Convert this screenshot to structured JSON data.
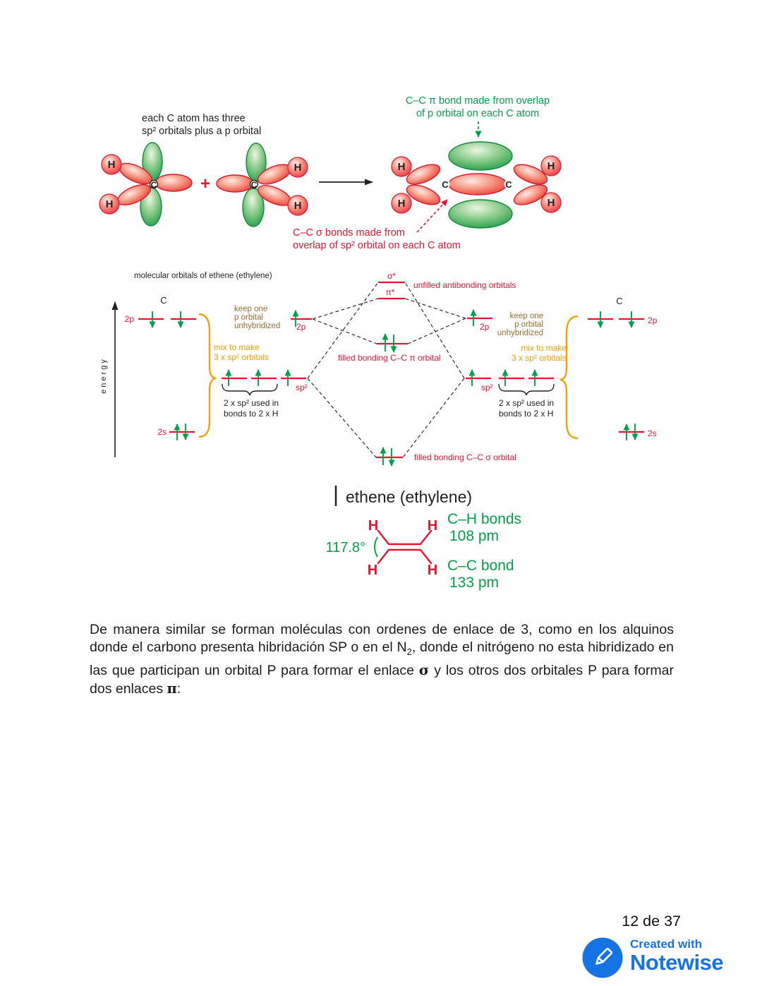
{
  "colors": {
    "red": "#e8132f",
    "green": "#00a04a",
    "dark_green": "#1a9a47",
    "orange": "#f59b00",
    "brown": "#9c6b2f",
    "blue": "#1673e6",
    "black": "#231f20"
  },
  "atoms": {
    "h": "H",
    "c": "C",
    "plus": "+"
  },
  "top": {
    "caption1": "each C atom has three",
    "caption2": "sp² orbitals plus a p orbital",
    "pi1": "C–C π bond made from overlap",
    "pi2": "of p orbital on each C atom",
    "sigma1": "C–C σ bonds made from",
    "sigma2": "overlap of sp² orbital on each C atom"
  },
  "mo": {
    "title": "molecular orbitals of ethene (ethylene)",
    "energy": "energy",
    "c": "C",
    "p2": "2p",
    "s2": "2s",
    "sp2": "sp²",
    "sigma_star": "σ*",
    "pi_star": "π*",
    "unfilled": "unfilled antibonding orbitals",
    "pi_bond": "filled bonding C–C π orbital",
    "sigma_bond": "filled bonding C–C σ orbital",
    "keep1": "keep one",
    "keep2": "p orbital",
    "keep3": "unhybridized",
    "mix1": "mix to make",
    "mix2": "3 x sp² orbitals",
    "used1": "2 x sp² used in",
    "used2": "bonds to 2 x H"
  },
  "ethene": {
    "title": "ethene (ethylene)",
    "angle": "117.8°",
    "ch1": "C–H bonds",
    "ch2": "108 pm",
    "cc1": "C–C bond",
    "cc2": "133 pm"
  },
  "paragraph": {
    "seg1": "De manera similar se forman moléculas con ordenes de enlace de 3, como en los alquinos donde el carbono presenta hibridación SP o en el N",
    "sub": "2",
    "seg2": ", donde el nitrógeno no esta hibridizado en las que participan un orbital P para formar el enlace ",
    "sigma": "σ",
    "seg3": " y los otros dos orbitales P para formar dos enlaces ",
    "pi": "π",
    "seg4": ":"
  },
  "footer": {
    "page": "12 de 37",
    "created": "Created with",
    "brand": "Notewise"
  }
}
